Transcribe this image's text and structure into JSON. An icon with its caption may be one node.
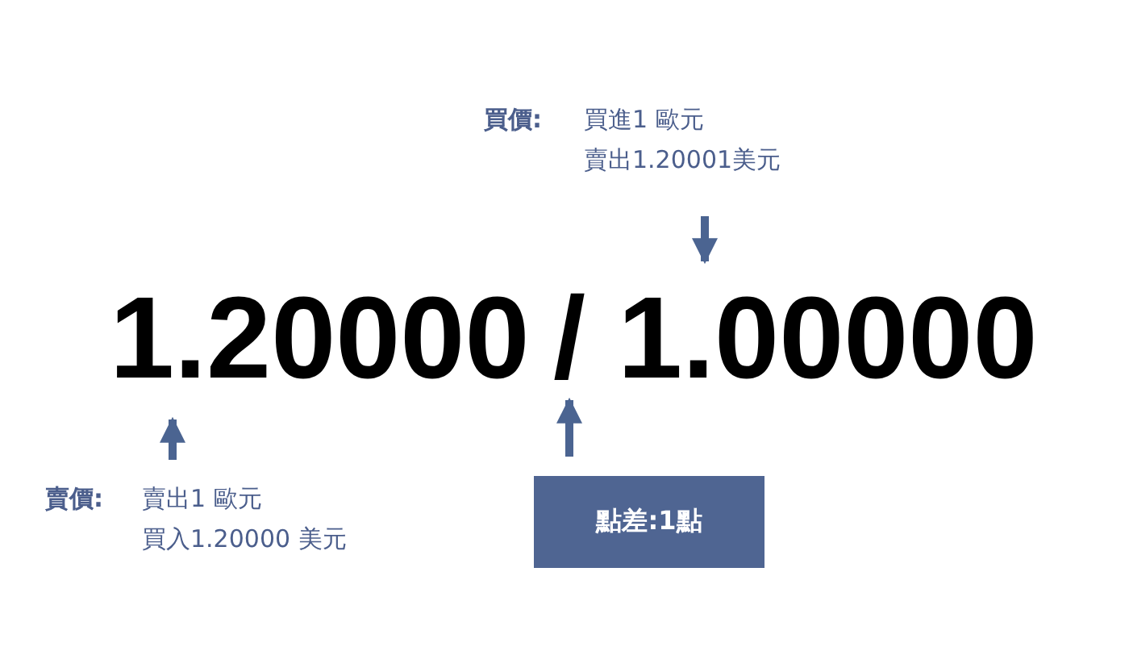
{
  "diagram": {
    "nodes": [
      {
        "text": [
          "買價:",
          "買進1 歐元",
          "賣出1.20001美元"
        ]
      },
      {
        "text": [
          "1.20000"
        ]
      },
      {
        "text": [
          "/"
        ]
      },
      {
        "text": [
          "1.00000"
        ]
      },
      {
        "text": [
          "賣價:",
          "賣出1 歐元",
          "買入1.20000 美元"
        ]
      },
      {
        "text": [
          "點差:1點"
        ]
      }
    ],
    "edges": [
      {
        "from": 0,
        "to": 3,
        "arrow": "to"
      },
      {
        "from": 4,
        "to": 1,
        "arrow": "to"
      },
      {
        "from": 5,
        "to": 2,
        "arrow": "to"
      }
    ]
  }
}
